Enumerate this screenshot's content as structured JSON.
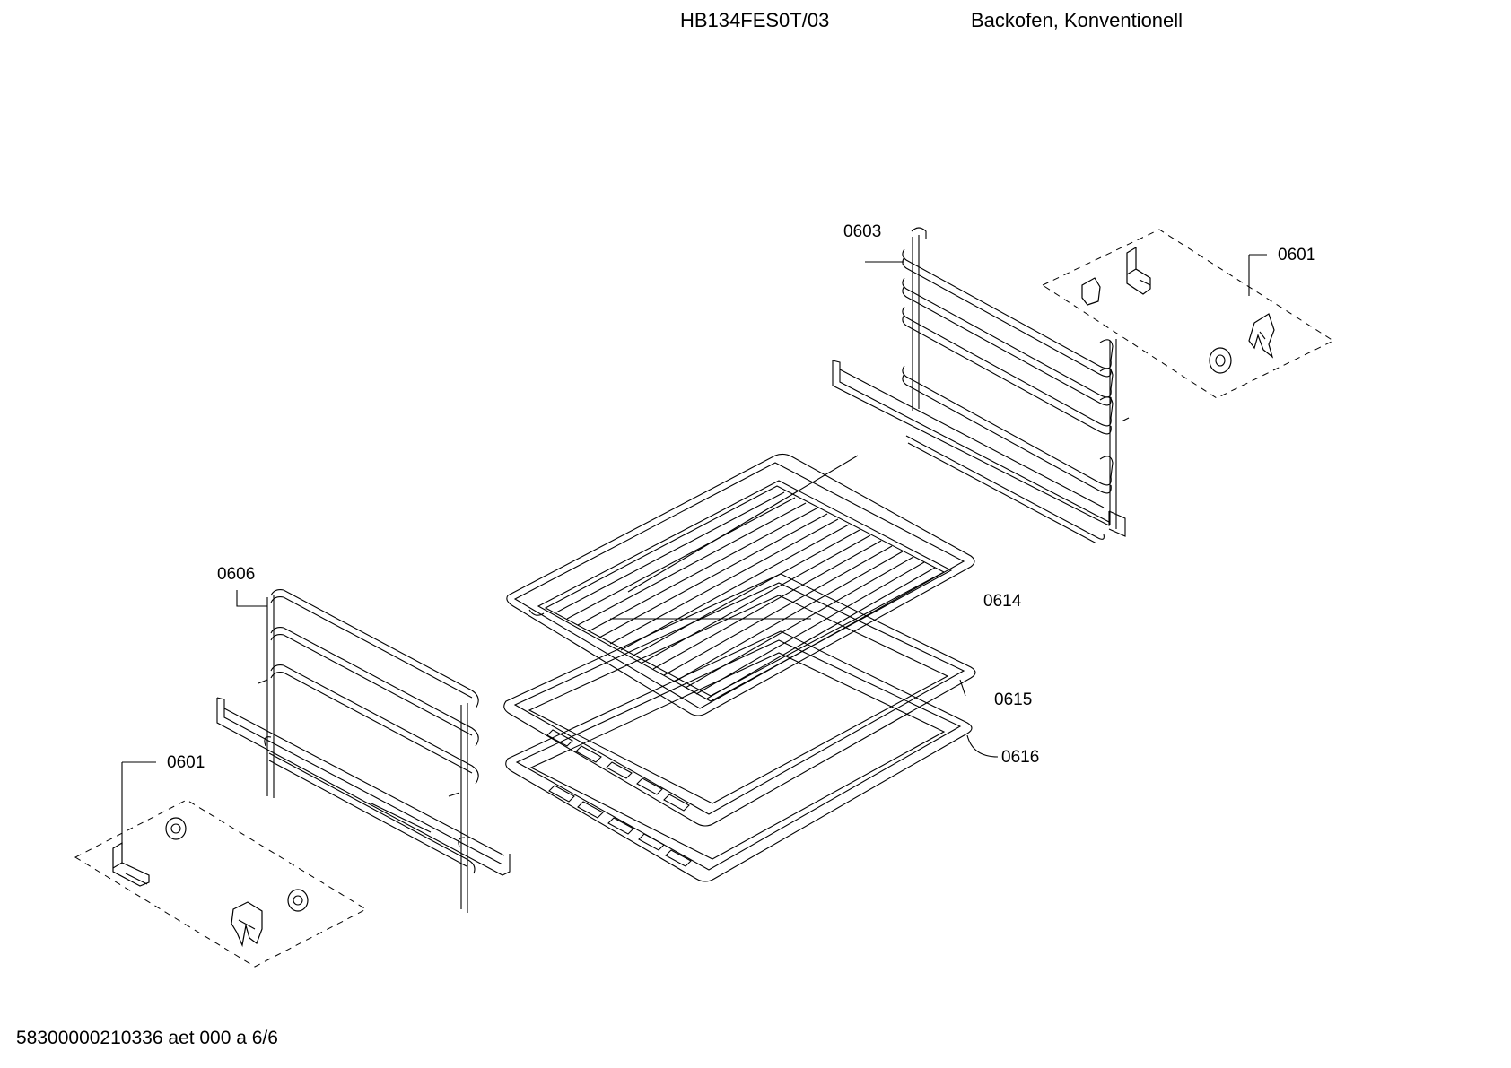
{
  "header": {
    "model": "HB134FES0T/03",
    "product_type": "Backofen, Konventionell"
  },
  "footer": {
    "doc_code": "58300000210336 aet 000 a 6/6"
  },
  "callouts": {
    "c0603": "0603",
    "c0601_right": "0601",
    "c0606": "0606",
    "c0614": "0614",
    "c0615": "0615",
    "c0616": "0616",
    "c0601_left": "0601"
  }
}
